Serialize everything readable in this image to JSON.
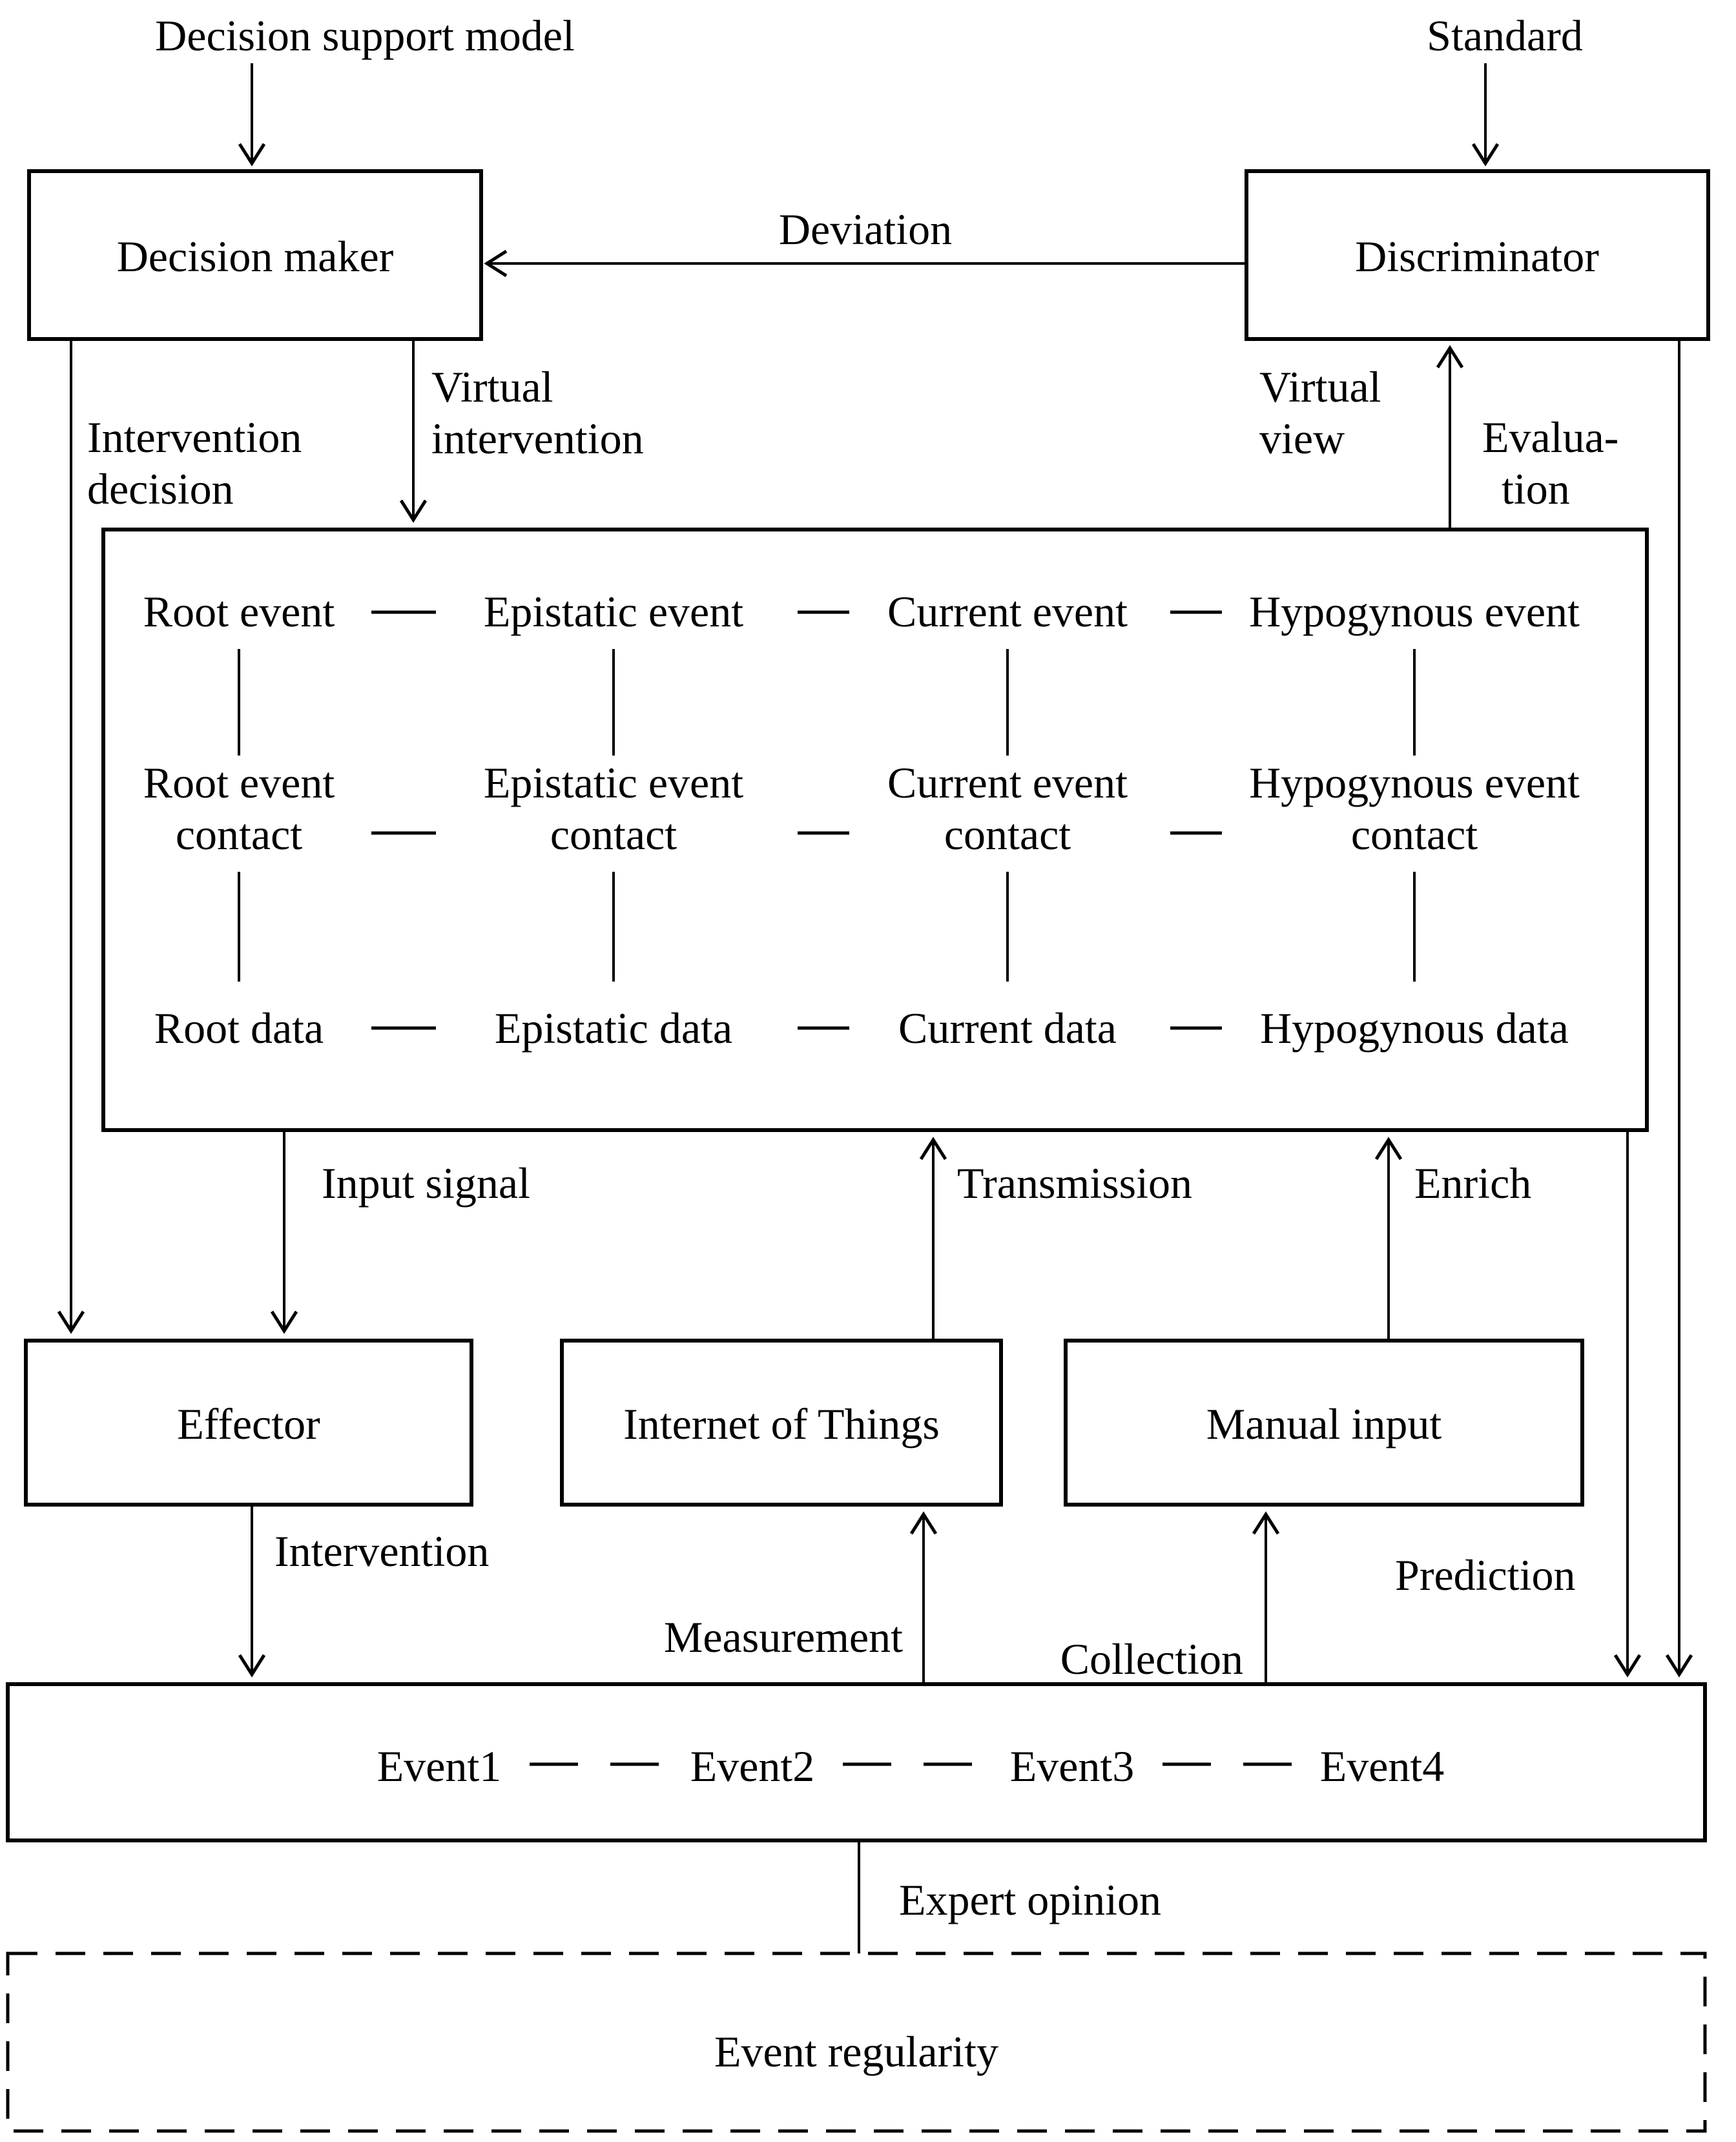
{
  "nodes": {
    "decision_support_model": {
      "label": "Decision support model"
    },
    "standard": {
      "label": "Standard"
    },
    "decision_maker": {
      "label": "Decision maker"
    },
    "discriminator": {
      "label": "Discriminator"
    },
    "effector": {
      "label": "Effector"
    },
    "internet_of_things": {
      "label": "Internet of Things"
    },
    "manual_input": {
      "label": "Manual input"
    },
    "event_regularity": {
      "label": "Event regularity"
    }
  },
  "virtual_model_grid": {
    "columns": [
      {
        "event": "Root event",
        "contact": [
          "Root event",
          "contact"
        ],
        "data": "Root data"
      },
      {
        "event": "Epistatic event",
        "contact": [
          "Epistatic event",
          "contact"
        ],
        "data": "Epistatic data"
      },
      {
        "event": "Current event",
        "contact": [
          "Current event",
          "contact"
        ],
        "data": "Current data"
      },
      {
        "event": "Hypogynous event",
        "contact": [
          "Hypogynous event",
          "contact"
        ],
        "data": "Hypogynous data"
      }
    ]
  },
  "event_chain": {
    "events": [
      "Event1",
      "Event2",
      "Event3",
      "Event4"
    ]
  },
  "edge_labels": {
    "deviation": "Deviation",
    "intervention_decision": [
      "Intervention",
      "decision"
    ],
    "virtual_intervention": [
      "Virtual",
      "intervention"
    ],
    "virtual_view": [
      "Virtual",
      "view"
    ],
    "evaluation": [
      "Evalua-",
      "tion"
    ],
    "input_signal": "Input signal",
    "transmission": "Transmission",
    "enrich": "Enrich",
    "intervention": "Intervention",
    "measurement": "Measurement",
    "collection": "Collection",
    "prediction": "Prediction",
    "expert_opinion": "Expert opinion"
  },
  "colors": {
    "ink": "#000000",
    "background": "#ffffff"
  }
}
